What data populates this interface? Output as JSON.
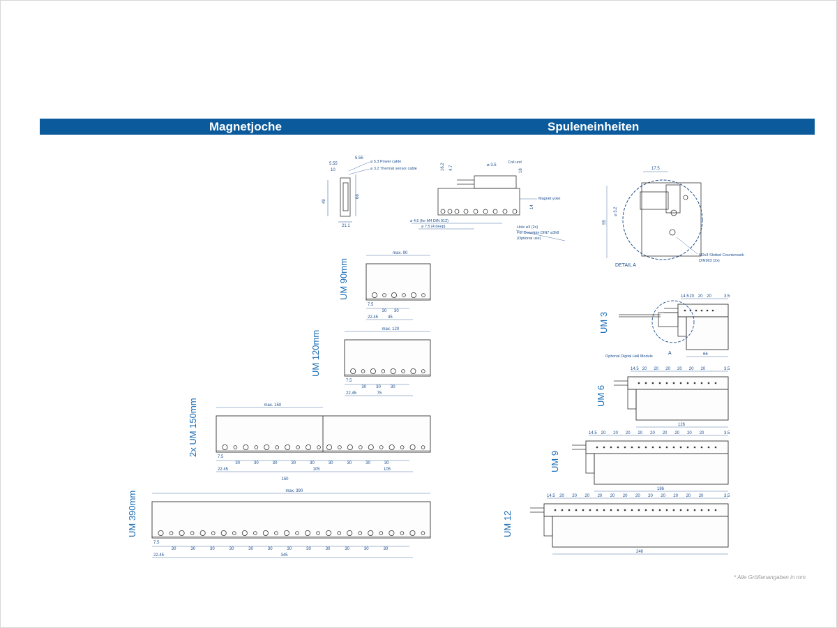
{
  "header": {
    "left_title": "Magnetjoche",
    "right_title": "Spuleneinheiten"
  },
  "footer": {
    "note": "* Alle Größenangaben in mm"
  },
  "colors": {
    "header_bar": "#0a5a9c",
    "dimension_blue": "#1d4f8e",
    "label_blue": "#1a6db5",
    "outline": "#333333"
  },
  "magnet_yokes": {
    "section_view": {
      "dims": [
        "5.55",
        "10",
        "5.55",
        "49",
        "68",
        "21.1"
      ],
      "cables": [
        "⌀ 5.3 Power cable",
        "⌀ 3.2 Thermal sensor cable"
      ]
    },
    "side_view": {
      "dims": [
        "16.2",
        "4.7",
        "⌀ 3.5",
        "18",
        "14"
      ],
      "notes": [
        "Coil unit",
        "Magnet yoke",
        "⌀ 4.5 (for M4 DIN 912)",
        "⌀ 7.5 (4 deep)",
        "Hole ⌀3 (2x)",
        "For Dowelpin DIN7 ⌀3h8",
        "(Optional use)"
      ]
    },
    "views": [
      {
        "label": "UM 90mm",
        "max": "max. 90",
        "pitches": [
          "7.5",
          "30",
          "30"
        ],
        "bottom": [
          "22.45",
          "45"
        ]
      },
      {
        "label": "UM 120mm",
        "max": "max. 120",
        "pitches": [
          "7.5",
          "30",
          "30",
          "30"
        ],
        "bottom": [
          "22.45",
          "75"
        ]
      },
      {
        "label": "2x UM 150mm",
        "max": "max. 150",
        "pitches": [
          "7.5",
          "30",
          "30",
          "30",
          "30",
          "30",
          "30",
          "30",
          "30",
          "30"
        ],
        "bottom": [
          "22.45",
          "105",
          "105",
          "150"
        ]
      },
      {
        "label": "UM 390mm",
        "max": "max. 390",
        "pitches": [
          "7.5",
          "30",
          "30",
          "30",
          "30",
          "30",
          "30",
          "30",
          "30",
          "30",
          "30",
          "30",
          "30"
        ],
        "bottom": [
          "22.45",
          "345"
        ]
      }
    ]
  },
  "coil_units": {
    "detail": {
      "label": "DETAIL A",
      "dims": [
        "17.5",
        "55",
        "⌀ 3.2"
      ],
      "notes": [
        "M2x3 Slotted Countersunk",
        "DIN963 (2x)"
      ]
    },
    "views": [
      {
        "label": "UM 3",
        "top": [
          "14.5",
          "20",
          "20",
          "20",
          "3.5"
        ],
        "bottom": "66",
        "notes": [
          "Optional Digital Hall Module",
          "A"
        ]
      },
      {
        "label": "UM 6",
        "top": [
          "14.5",
          "20",
          "20",
          "20",
          "20",
          "20",
          "20",
          "3.5"
        ],
        "bottom": "126"
      },
      {
        "label": "UM 9",
        "top": [
          "14.5",
          "20",
          "20",
          "20",
          "20",
          "20",
          "20",
          "20",
          "20",
          "20",
          "3.5"
        ],
        "bottom": "186"
      },
      {
        "label": "UM 12",
        "top": [
          "14.5",
          "20",
          "20",
          "20",
          "20",
          "20",
          "20",
          "20",
          "20",
          "20",
          "20",
          "20",
          "20",
          "3.5"
        ],
        "bottom": "246"
      }
    ]
  }
}
